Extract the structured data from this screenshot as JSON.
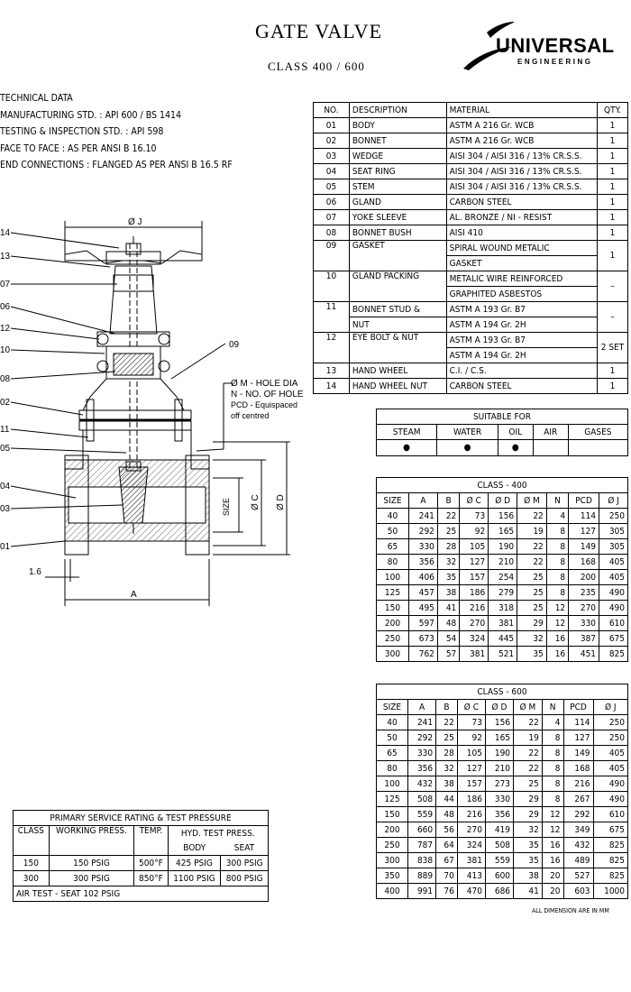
{
  "header": {
    "title": "GATE VALVE",
    "subtitle": "CLASS  400  /  600",
    "logo_main": "UNIVERSAL",
    "logo_sub": "ENGINEERING"
  },
  "technical_data": {
    "heading": "TECHNICAL DATA",
    "lines": [
      "MANUFACTURING STD. :   API 600 / BS 1414",
      "TESTING & INSPECTION STD. :   API 598",
      "FACE  TO  FACE :  AS PER ANSI B 16.10",
      "END  CONNECTIONS :     FLANGED AS PER ANSI B 16.5 RF"
    ]
  },
  "drawing": {
    "callouts": [
      "14",
      "13",
      "07",
      "06",
      "12",
      "10",
      "08",
      "02",
      "11",
      "05",
      "04",
      "03",
      "01",
      "09"
    ],
    "dim_j": "Ø J",
    "dim_a": "A",
    "dim_16": "1.6",
    "dim_size": "SIZE",
    "dim_c": "Ø C",
    "dim_d": "Ø D",
    "note_hole": "Ø M - HOLE DIA",
    "note_n": "N - NO. OF HOLE",
    "note_pcd": "PCD - Equispaced",
    "note_off": "off centred"
  },
  "parts": {
    "headers": [
      "NO.",
      "DESCRIPTION",
      "MATERIAL",
      "QTY."
    ],
    "rows": [
      {
        "no": "01",
        "desc": "BODY",
        "mat": [
          "ASTM A 216  Gr. WCB"
        ],
        "qty": "1"
      },
      {
        "no": "02",
        "desc": "BONNET",
        "mat": [
          "ASTM A 216  Gr. WCB"
        ],
        "qty": "1"
      },
      {
        "no": "03",
        "desc": "WEDGE",
        "mat": [
          "AISI 304 / AISI 316 / 13% CR.S.S."
        ],
        "qty": "1"
      },
      {
        "no": "04",
        "desc": "SEAT RING",
        "mat": [
          "AISI 304 / AISI 316 / 13% CR.S.S."
        ],
        "qty": "1"
      },
      {
        "no": "05",
        "desc": "STEM",
        "mat": [
          "AISI 304 / AISI 316 / 13% CR.S.S."
        ],
        "qty": "1"
      },
      {
        "no": "06",
        "desc": "GLAND",
        "mat": [
          "CARBON STEEL"
        ],
        "qty": "1"
      },
      {
        "no": "07",
        "desc": "YOKE SLEEVE",
        "mat": [
          "AL. BRONZE / NI - RESIST"
        ],
        "qty": "1"
      },
      {
        "no": "08",
        "desc": "BONNET BUSH",
        "mat": [
          "AISI 410"
        ],
        "qty": "1"
      },
      {
        "no": "09",
        "desc": "GASKET",
        "mat": [
          "SPIRAL WOUND METALIC",
          "GASKET"
        ],
        "qty": "1"
      },
      {
        "no": "10",
        "desc": "GLAND PACKING",
        "mat": [
          "METALIC WIRE REINFORCED",
          "GRAPHITED ASBESTOS"
        ],
        "qty": "–"
      },
      {
        "no": "11",
        "desc": "BONNET  STUD  &",
        "desc2": "NUT",
        "mat": [
          "ASTM A 193  Gr. B7",
          "ASTM A 194  Gr. 2H"
        ],
        "qty": "–"
      },
      {
        "no": "12",
        "desc": "EYE BOLT & NUT",
        "mat": [
          "ASTM A 193  Gr. B7",
          "ASTM A 194  Gr. 2H"
        ],
        "qty": "2 SET"
      },
      {
        "no": "13",
        "desc": "HAND WHEEL",
        "mat": [
          "C.I. / C.S."
        ],
        "qty": "1"
      },
      {
        "no": "14",
        "desc": "HAND WHEEL NUT",
        "mat": [
          "CARBON STEEL"
        ],
        "qty": "1"
      }
    ]
  },
  "suitable": {
    "title": "SUITABLE  FOR",
    "media": [
      "STEAM",
      "WATER",
      "OIL",
      "AIR",
      "GASES"
    ],
    "marks": [
      "●",
      "●",
      "●",
      "",
      ""
    ]
  },
  "class400": {
    "title": "CLASS - 400",
    "headers": [
      "SIZE",
      "A",
      "B",
      "Ø C",
      "Ø D",
      "Ø M",
      "N",
      "PCD",
      "Ø J"
    ],
    "rows": [
      [
        "40",
        "241",
        "22",
        "73",
        "156",
        "22",
        "4",
        "114",
        "250"
      ],
      [
        "50",
        "292",
        "25",
        "92",
        "165",
        "19",
        "8",
        "127",
        "305"
      ],
      [
        "65",
        "330",
        "28",
        "105",
        "190",
        "22",
        "8",
        "149",
        "305"
      ],
      [
        "80",
        "356",
        "32",
        "127",
        "210",
        "22",
        "8",
        "168",
        "405"
      ],
      [
        "100",
        "406",
        "35",
        "157",
        "254",
        "25",
        "8",
        "200",
        "405"
      ],
      [
        "125",
        "457",
        "38",
        "186",
        "279",
        "25",
        "8",
        "235",
        "490"
      ],
      [
        "150",
        "495",
        "41",
        "216",
        "318",
        "25",
        "12",
        "270",
        "490"
      ],
      [
        "200",
        "597",
        "48",
        "270",
        "381",
        "29",
        "12",
        "330",
        "610"
      ],
      [
        "250",
        "673",
        "54",
        "324",
        "445",
        "32",
        "16",
        "387",
        "675"
      ],
      [
        "300",
        "762",
        "57",
        "381",
        "521",
        "35",
        "16",
        "451",
        "825"
      ]
    ]
  },
  "class600": {
    "title": "CLASS - 600",
    "headers": [
      "SIZE",
      "A",
      "B",
      "Ø C",
      "Ø D",
      "Ø M",
      "N",
      "PCD",
      "Ø J"
    ],
    "rows": [
      [
        "40",
        "241",
        "22",
        "73",
        "156",
        "22",
        "4",
        "114",
        "250"
      ],
      [
        "50",
        "292",
        "25",
        "92",
        "165",
        "19",
        "8",
        "127",
        "250"
      ],
      [
        "65",
        "330",
        "28",
        "105",
        "190",
        "22",
        "8",
        "149",
        "405"
      ],
      [
        "80",
        "356",
        "32",
        "127",
        "210",
        "22",
        "8",
        "168",
        "405"
      ],
      [
        "100",
        "432",
        "38",
        "157",
        "273",
        "25",
        "8",
        "216",
        "490"
      ],
      [
        "125",
        "508",
        "44",
        "186",
        "330",
        "29",
        "8",
        "267",
        "490"
      ],
      [
        "150",
        "559",
        "48",
        "216",
        "356",
        "29",
        "12",
        "292",
        "610"
      ],
      [
        "200",
        "660",
        "56",
        "270",
        "419",
        "32",
        "12",
        "349",
        "675"
      ],
      [
        "250",
        "787",
        "64",
        "324",
        "508",
        "35",
        "16",
        "432",
        "825"
      ],
      [
        "300",
        "838",
        "67",
        "381",
        "559",
        "35",
        "16",
        "489",
        "825"
      ],
      [
        "350",
        "889",
        "70",
        "413",
        "600",
        "38",
        "20",
        "527",
        "825"
      ],
      [
        "400",
        "991",
        "76",
        "470",
        "686",
        "41",
        "20",
        "603",
        "1000"
      ]
    ],
    "footnote": "ALL  DIMENSION  ARE  IN  MM"
  },
  "rating": {
    "title": "PRIMARY SERVICE RATING & TEST PRESSURE",
    "h_class": "CLASS",
    "h_work": "WORKING PRESS.",
    "h_temp": "TEMP.",
    "h_hyd": "HYD. TEST PRESS.",
    "h_body": "BODY",
    "h_seat": "SEAT",
    "rows": [
      [
        "150",
        "150  PSIG",
        "500°F",
        "425  PSIG",
        "300  PSIG"
      ],
      [
        "300",
        "300  PSIG",
        "850°F",
        "1100  PSIG",
        "800  PSIG"
      ]
    ],
    "air": "AIR TEST  -  SEAT      102 PSIG"
  }
}
